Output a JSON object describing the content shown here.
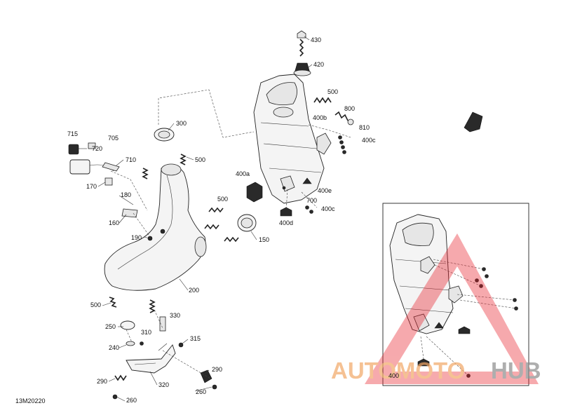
{
  "diagram_code": "13M20220",
  "part_labels": {
    "p430": "430",
    "p420": "420",
    "p500a": "500",
    "p800": "800",
    "p400b": "400b",
    "p810": "810",
    "p400c_top": "400c",
    "p300": "300",
    "p715": "715",
    "p705": "705",
    "p720": "720",
    "p710": "710",
    "p500b": "500",
    "p400a": "400a",
    "p400e": "400e",
    "p170": "170",
    "p180": "180",
    "p700": "700",
    "p400c_mid": "400c",
    "p500c": "500",
    "p160": "160",
    "p400d": "400d",
    "p150": "150",
    "p190": "190",
    "p200": "200",
    "p500d": "500",
    "p330": "330",
    "p250": "250",
    "p310": "310",
    "p315": "315",
    "p240": "240",
    "p290a": "290",
    "p290b": "290",
    "p320": "320",
    "p260a": "260",
    "p260b": "260",
    "p400_inset": "400"
  },
  "watermark": {
    "word1": "AUTOMOTO",
    "word2": "HUB",
    "color1": "#f2a766",
    "color2": "#8c8c8c",
    "triangle_color": "#e8202a"
  },
  "colors": {
    "line": "#222222",
    "background": "#ffffff"
  }
}
